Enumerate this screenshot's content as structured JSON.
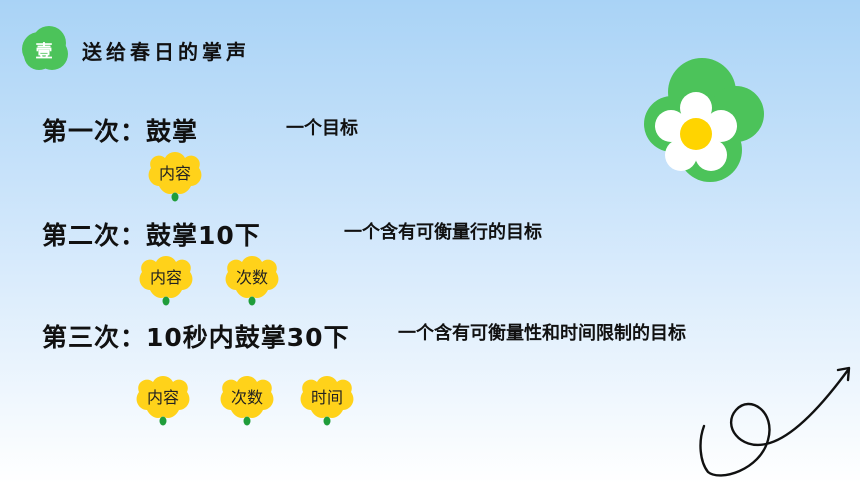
{
  "badge": {
    "label": "壹"
  },
  "section_title": "送给春日的掌声",
  "rounds": [
    {
      "label": "第一次：鼓掌",
      "description": "一个目标",
      "tags": [
        "内容"
      ]
    },
    {
      "label": "第二次：鼓掌10下",
      "description": "一个含有可衡量行的目标",
      "tags": [
        "内容",
        "次数"
      ]
    },
    {
      "label": "第三次：10秒内鼓掌30下",
      "description": "一个含有可衡量性和时间限制的目标",
      "tags": [
        "内容",
        "次数",
        "时间"
      ]
    }
  ],
  "colors": {
    "accent_green": "#4cc35a",
    "tag_yellow": "#ffd21a",
    "flower_center": "#ffd400",
    "stem_green": "#1f9d3a"
  },
  "icons": [
    "flower-tag-icon",
    "flower-icon",
    "swirl-arrow-icon"
  ]
}
